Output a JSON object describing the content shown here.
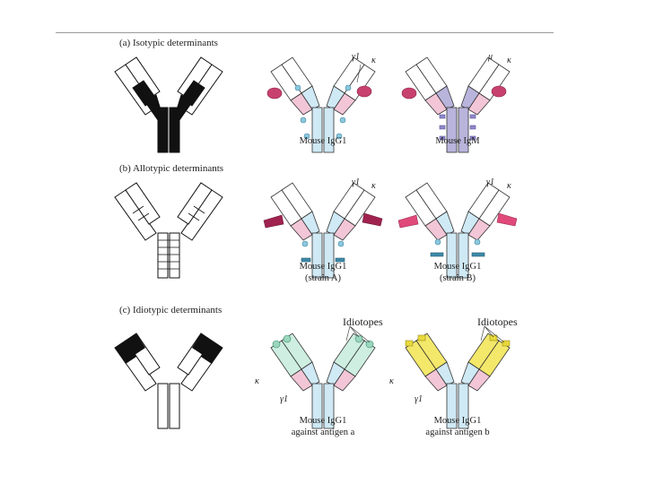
{
  "sections": {
    "a": {
      "title": "(a) Isotypic determinants"
    },
    "b": {
      "title": "(b) Allotypic determinants"
    },
    "c": {
      "title": "(c) Idiotypic determinants"
    }
  },
  "labels": {
    "a_mid": "Mouse IgG1",
    "a_right": "Mouse IgM",
    "b_mid_1": "Mouse IgG1",
    "b_mid_2": "(strain A)",
    "b_right_1": "Mouse IgG1",
    "b_right_2": "(strain B)",
    "c_mid_1": "Mouse IgG1",
    "c_mid_2": "against antigen a",
    "c_right_1": "Mouse IgG1",
    "c_right_2": "against antigen b",
    "idiotopes": "Idiotopes",
    "gamma1": "γ1",
    "mu": "μ",
    "kappa": "κ"
  },
  "colors": {
    "heavy": "#cfe9f5",
    "light_pink": "#f2c6d6",
    "magenta": "#c8416e",
    "purple": "#b9b4dc",
    "teal": "#3d8aa8",
    "mint": "#cdeee0",
    "yellow": "#f3e86a",
    "black": "#111111"
  }
}
